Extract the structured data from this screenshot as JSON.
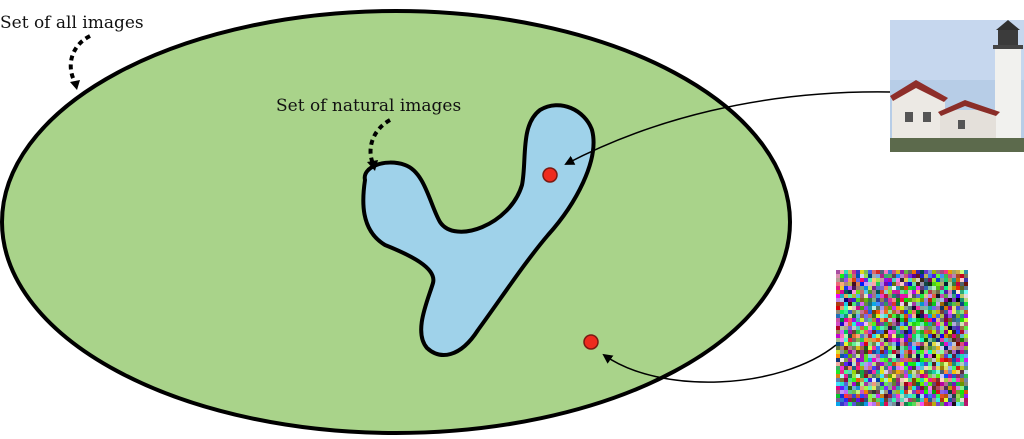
{
  "diagram": {
    "labels": {
      "all_images": "Set of all images",
      "natural_images": "Set of natural images"
    },
    "colors": {
      "all_images_fill": "#a9d38a",
      "natural_images_fill": "#9fd2ea",
      "outline": "#000000",
      "sample_point": "#ee2b1e"
    },
    "thumbnails": {
      "natural_example_icon": "lighthouse-photo",
      "noise_example_icon": "random-noise-image"
    }
  }
}
